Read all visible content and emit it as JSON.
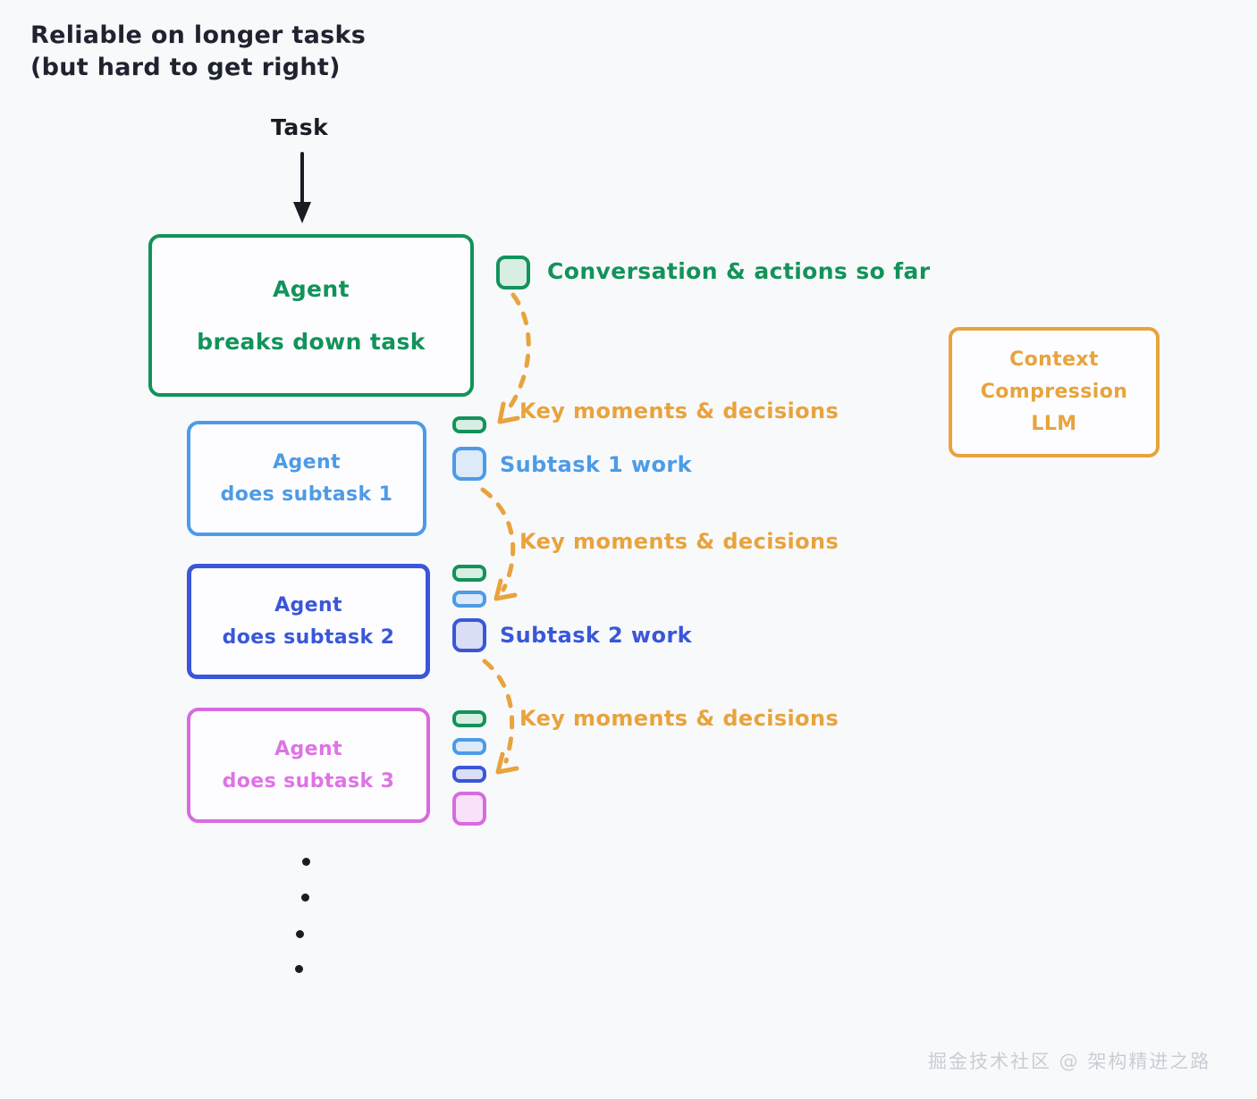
{
  "heading": {
    "line1": "Reliable on longer tasks",
    "line2": "(but hard to get right)"
  },
  "task": {
    "label": "Task"
  },
  "nodes": {
    "root": {
      "line1": "Agent",
      "line2": "breaks down task",
      "color": "#12935a"
    },
    "sub1": {
      "line1": "Agent",
      "line2": "does subtask 1",
      "color": "#4d9be6"
    },
    "sub2": {
      "line1": "Agent",
      "line2": "does subtask 2",
      "color": "#3a57d8"
    },
    "sub3": {
      "line1": "Agent",
      "line2": "does subtask 3",
      "color": "#d96ae0"
    },
    "llm": {
      "line1": "Context",
      "line2": "Compression",
      "line3": "LLM",
      "color": "#e8a33d"
    }
  },
  "legend": {
    "conversation": "Conversation & actions so far",
    "subtask1_work": "Subtask 1 work",
    "subtask2_work": "Subtask 2 work",
    "key_moments_1": "Key moments & decisions",
    "key_moments_2": "Key moments & decisions",
    "key_moments_3": "Key moments & decisions"
  },
  "colors": {
    "background": "#f8f9fb",
    "green": "#12935a",
    "light_blue": "#4d9be6",
    "indigo": "#3a57d8",
    "magenta": "#d96ae0",
    "orange": "#e8a33d",
    "text_dark": "#1a1c24",
    "watermark": "#c9cdd4"
  },
  "ellipsis": {
    "dot_count": 4
  },
  "watermark": {
    "text": "掘金技术社区 @ 架构精进之路"
  }
}
